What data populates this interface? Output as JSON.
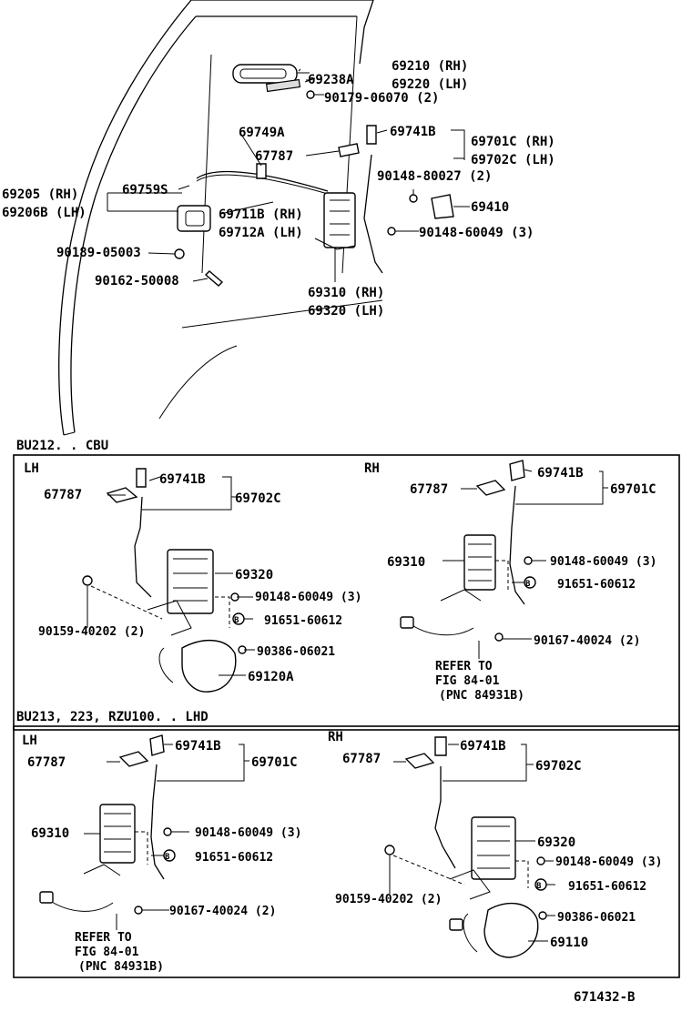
{
  "top": {
    "labels": {
      "p69210": "69210 (RH)",
      "p69220": "69220 (LH)",
      "p69238A": "69238A",
      "p90179": "90179-06070 (2)",
      "p69741B": "69741B",
      "p69701C": "69701C (RH)",
      "p69702C": "69702C (LH)",
      "p69749A": "69749A",
      "p67787": "67787",
      "p90148_80027": "90148-80027 (2)",
      "p69205": "69205  (RH)",
      "p69206B": "69206B (LH)",
      "p69759S": "69759S",
      "p69711B": "69711B (RH)",
      "p69712A": "69712A (LH)",
      "p69410": "69410",
      "p90148_60049": "90148-60049 (3)",
      "p90189": "90189-05003",
      "p90162": "90162-50008",
      "p69310": "69310 (RH)",
      "p69320": "69320 (LH)"
    }
  },
  "section1": {
    "title": "BU212. . CBU",
    "lh": {
      "side": "LH",
      "p67787": "67787",
      "p69741B": "69741B",
      "p69702C": "69702C",
      "p69320": "69320",
      "p90148": "90148-60049 (3)",
      "p90159": "90159-40202 (2)",
      "b_marker": "B",
      "p91651": "91651-60612",
      "p90386": "90386-06021",
      "p69120A": "69120A"
    },
    "rh": {
      "side": "RH",
      "p67787": "67787",
      "p69741B": "69741B",
      "p69701C": "69701C",
      "p69310": "69310",
      "p90148": "90148-60049 (3)",
      "b_marker": "B",
      "p91651": "91651-60612",
      "p90167": "90167-40024 (2)",
      "refer1": "REFER TO",
      "refer2": "FIG 84-01",
      "refer3": "(PNC 84931B)"
    }
  },
  "section2": {
    "title": "BU213, 223, RZU100. . LHD",
    "lh": {
      "side": "LH",
      "p67787": "67787",
      "p69741B": "69741B",
      "p69701C": "69701C",
      "p69310": "69310",
      "p90148": "90148-60049 (3)",
      "b_marker": "B",
      "p91651": "91651-60612",
      "p90167": "90167-40024 (2)",
      "refer1": "REFER TO",
      "refer2": "FIG 84-01",
      "refer3": "(PNC 84931B)"
    },
    "rh": {
      "side": "RH",
      "p67787": "67787",
      "p69741B": "69741B",
      "p69702C": "69702C",
      "p69320": "69320",
      "p90148": "90148-60049 (3)",
      "p90159": "90159-40202 (2)",
      "b_marker": "B",
      "p91651": "91651-60612",
      "p90386": "90386-06021",
      "p69110": "69110"
    }
  },
  "footer": {
    "code": "671432-B"
  }
}
